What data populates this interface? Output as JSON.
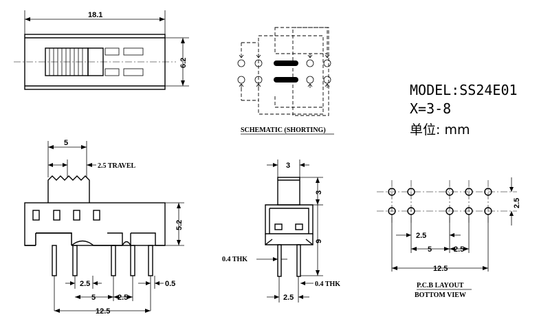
{
  "model": {
    "model_line": "MODEL:SS24E01",
    "x_line": "X=3-8",
    "unit_line": "单位: mm"
  },
  "schematic": {
    "caption": "SCHEMATIC (SHORTING)"
  },
  "top_view": {
    "length": "18.1",
    "height": "6.2"
  },
  "side_view": {
    "knob_width": "5",
    "travel": "2.5 TRAVEL",
    "body_height": "5.2",
    "pin_pitch_a": "2.5",
    "pin_pitch_b": "5",
    "pin_pitch_c": "2.5",
    "pin_thickness": "0.5",
    "overall": "12.5"
  },
  "end_view": {
    "knob_width": "3",
    "knob_height": "3",
    "body_height": "9",
    "thk_left": "0.4 THK",
    "thk_right": "0.4 THK",
    "pin_pitch": "2.5"
  },
  "pcb": {
    "row_pitch": "2.5",
    "d1": "2.5",
    "d2": "5",
    "d3": "2.5",
    "overall": "12.5",
    "caption1": "P.C.B LAYOUT",
    "caption2": "BOTTOM VIEW"
  }
}
